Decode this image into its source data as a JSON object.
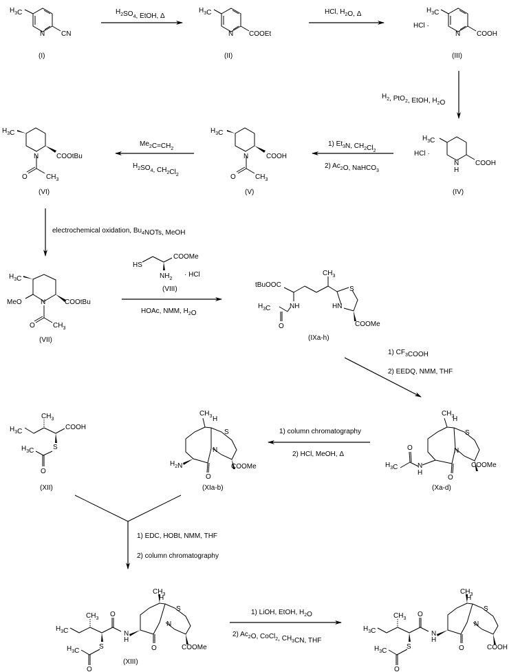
{
  "compounds": {
    "I": {
      "label": "(I)",
      "groups": {
        "methyl": "H3C",
        "sub": "CN",
        "ring_n": "N"
      }
    },
    "II": {
      "label": "(II)",
      "groups": {
        "methyl": "H3C",
        "sub": "COOEt",
        "ring_n": "N"
      }
    },
    "III": {
      "label": "(III)",
      "groups": {
        "methyl": "H3C",
        "sub": "COOH",
        "ring_n": "N",
        "salt": "HCl ·"
      }
    },
    "IV": {
      "label": "(IV)",
      "groups": {
        "methyl": "H3C",
        "sub": "COOH",
        "ring_n": "N",
        "nh": "H",
        "salt": "HCl ·"
      }
    },
    "V": {
      "label": "(V)",
      "groups": {
        "methyl": "H3C",
        "sub": "COOH",
        "ring_n": "N",
        "o": "O",
        "ch3": "CH3"
      }
    },
    "VI": {
      "label": "(VI)",
      "groups": {
        "methyl": "H3C",
        "sub": "COOtBu",
        "ring_n": "N",
        "o": "O",
        "ch3": "CH3"
      }
    },
    "VII": {
      "label": "(VII)",
      "groups": {
        "methyl": "H3C",
        "sub": "COOtBu",
        "ring_n": "N",
        "meo": "MeO",
        "o": "O",
        "ch3": "CH3"
      }
    },
    "VIII": {
      "label": "(VIII)",
      "groups": {
        "hs": "HS",
        "ester": "COOMe",
        "nh2": "NH2",
        "salt": "· HCl"
      }
    },
    "IX": {
      "label": "(IXa-h)",
      "groups": {
        "ester": "tBuOOC",
        "ch3": "CH3",
        "h3c": "H3C",
        "nh": "NH",
        "o": "O",
        "s": "S",
        "hn": "HN",
        "coome": "COOMe"
      }
    },
    "X": {
      "label": "(Xa-d)",
      "groups": {
        "ch3": "CH3",
        "h": "H",
        "s": "S",
        "n": "N",
        "o1": "O",
        "h3c": "H3C",
        "nh_n": "N",
        "nh_h": "H",
        "o2": "O",
        "coome": "COOMe"
      }
    },
    "XI": {
      "label": "(XIa-b)",
      "groups": {
        "ch3": "CH3",
        "h": "H",
        "s": "S",
        "n": "N",
        "h2n": "H2N",
        "o": "O",
        "coome": "COOMe"
      }
    },
    "XII": {
      "label": "(XII)",
      "groups": {
        "ch3": "CH3",
        "h3c": "H3C",
        "cooh": "COOH",
        "h3c2": "H3C",
        "s": "S",
        "o": "O"
      }
    },
    "XIII": {
      "label": "(XIII)",
      "groups": {
        "ch3": "CH3",
        "h3c": "H3C",
        "o1": "O",
        "nh_n": "N",
        "nh_h": "H",
        "h3c2": "H3C",
        "s": "S",
        "o2": "O",
        "ch3b": "CH3",
        "hh": "H",
        "s2": "S",
        "n": "N",
        "o3": "O",
        "coome": "COOMe"
      }
    },
    "XIV": {
      "label": "",
      "groups": {
        "ch3": "CH3",
        "h3c": "H3C",
        "o1": "O",
        "nh_n": "N",
        "nh_h": "H",
        "h3c2": "H3C",
        "s": "S",
        "o2": "O",
        "ch3b": "CH3",
        "hh": "H",
        "s2": "S",
        "n": "N",
        "o3": "O",
        "cooh": "COOH"
      }
    }
  },
  "steps": [
    {
      "id": "I_to_II",
      "above": "H2SO4, EtOH, Δ",
      "below": ""
    },
    {
      "id": "II_to_III",
      "above": "HCl, H2O, Δ",
      "below": ""
    },
    {
      "id": "III_to_IV",
      "above": "H2, PtO2, EtOH, H2O",
      "below": ""
    },
    {
      "id": "IV_to_V",
      "above": "1) Et3N, CH2Cl2",
      "below": "2) Ac2O, NaHCO3"
    },
    {
      "id": "V_to_VI",
      "above": "Me2C=CH2",
      "below": "H2SO4, CH2Cl2"
    },
    {
      "id": "VI_to_VII",
      "above": "electrochemical oxidation, Bu4NOTs, MeOH",
      "below": ""
    },
    {
      "id": "VII_to_IX",
      "above": "",
      "below": "HOAc, NMM, H2O"
    },
    {
      "id": "IX_to_X",
      "above": "1) CF3COOH",
      "below": "2) EEDQ, NMM, THF"
    },
    {
      "id": "X_to_XI",
      "above": "1) column chromatography",
      "below": "2) HCl, MeOH, Δ"
    },
    {
      "id": "XI_XII_to_XIII",
      "above": "1) EDC, HOBt, NMM, THF",
      "below": "2) column chromatography"
    },
    {
      "id": "XIII_to_XIV",
      "above": "1) LiOH, EtOH, H2O",
      "below": "2) Ac2O, CoCl2, CH3CN, THF"
    }
  ]
}
